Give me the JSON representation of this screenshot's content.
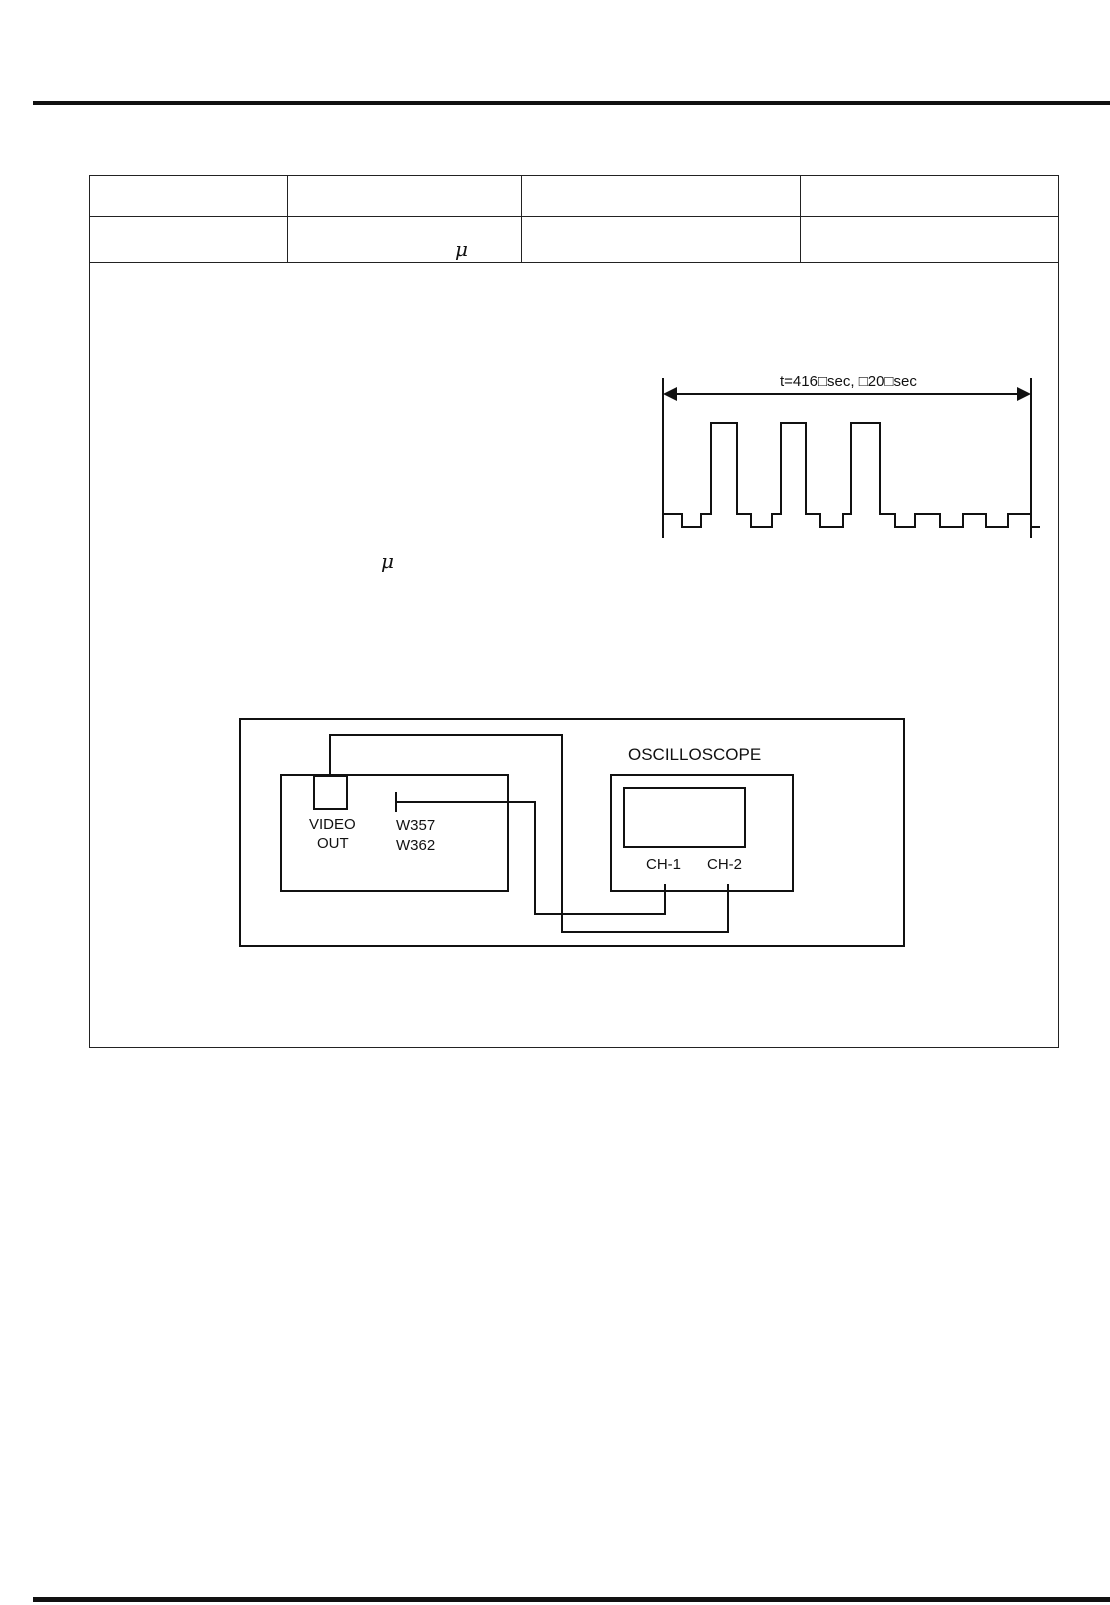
{
  "header_table": {
    "row1": [
      "",
      "",
      "",
      ""
    ],
    "row2": [
      "",
      "",
      "",
      ""
    ],
    "mu_symbol": "μ"
  },
  "body_text": {
    "mu_symbol": "μ"
  },
  "waveform": {
    "timing_label": "t=416□sec,   □20□sec",
    "pulses": 3,
    "small_steps_after": 3
  },
  "connection_diagram": {
    "video_out_label": [
      "VIDEO",
      "OUT"
    ],
    "test_point_labels": [
      "W357",
      "W362"
    ],
    "oscilloscope_label": "OSCILLOSCOPE",
    "channel_labels": [
      "CH-1",
      "CH-2"
    ]
  }
}
